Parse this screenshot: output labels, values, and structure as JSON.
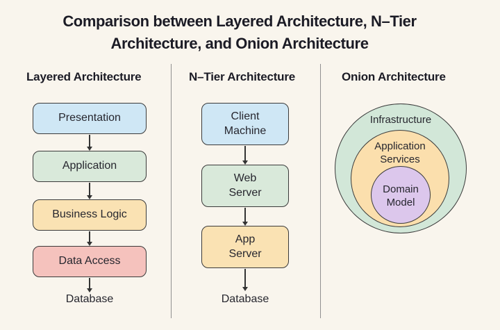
{
  "page": {
    "title": "Comparison between Layered Architecture, N–Tier Architecture, and Onion Architecture",
    "background": "#f9f5ed"
  },
  "colors": {
    "box_border": "#3a3a3a",
    "arrow": "#333333",
    "divider": "#909090",
    "text": "#26262e",
    "blue": "#cfe7f5",
    "green": "#d9e9da",
    "orange": "#fae2b3",
    "red": "#f5c2bd",
    "onion_green": "#d2e7d8",
    "onion_orange": "#fbdfad",
    "onion_purple": "#dcc7ec"
  },
  "layered": {
    "heading": "Layered Architecture",
    "boxes": [
      {
        "label": "Presentation",
        "color": "#cfe7f5"
      },
      {
        "label": "Application",
        "color": "#d9e9da"
      },
      {
        "label": "Business Logic",
        "color": "#fae2b3"
      },
      {
        "label": "Data Access",
        "color": "#f5c2bd"
      }
    ],
    "sink": "Database"
  },
  "ntier": {
    "heading": "N–Tier Architecture",
    "boxes": [
      {
        "label": "Client\nMachine",
        "color": "#cfe7f5"
      },
      {
        "label": "Web\nServer",
        "color": "#d9e9da"
      },
      {
        "label": "App\nServer",
        "color": "#fae2b3"
      }
    ],
    "sink": "Database"
  },
  "onion": {
    "heading": "Onion Architecture",
    "rings": [
      {
        "label": "Infrastructure",
        "color": "#d2e7d8"
      },
      {
        "label": "Application\nServices",
        "color": "#fbdfad"
      },
      {
        "label": "Domain\nModel",
        "color": "#dcc7ec"
      }
    ]
  }
}
